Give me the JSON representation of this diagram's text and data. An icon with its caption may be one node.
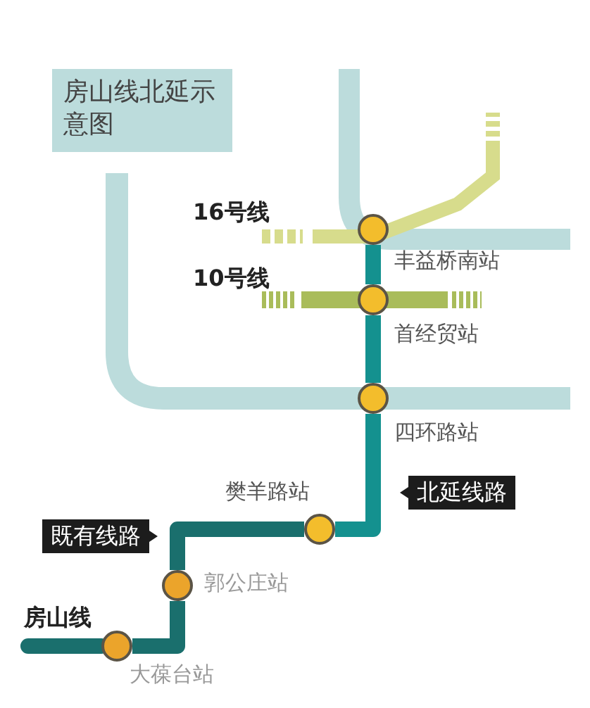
{
  "diagram": {
    "nodes": [
      {
        "text": [
          "房山线北延示意图"
        ]
      },
      {
        "text": [],
        "shape": "circle",
        "beside": [
          "丰益桥南站"
        ]
      },
      {
        "text": [],
        "shape": "circle",
        "beside": [
          "首经贸站"
        ]
      },
      {
        "text": [],
        "shape": "circle",
        "beside": [
          "四环路站"
        ]
      },
      {
        "text": [],
        "shape": "circle",
        "beside": [
          "樊羊路站"
        ]
      },
      {
        "text": [],
        "shape": "circle",
        "beside": [
          "郭公庄站"
        ]
      },
      {
        "text": [],
        "shape": "circle",
        "beside": [
          "大葆台站"
        ]
      },
      {
        "text": [
          "既有线路"
        ]
      },
      {
        "text": [
          "北延线路"
        ]
      }
    ],
    "edges": [
      {
        "from": 1,
        "to": 2,
        "arrow": "none"
      },
      {
        "from": 2,
        "to": 3,
        "arrow": "none"
      },
      {
        "from": 3,
        "to": 4,
        "arrow": "none"
      },
      {
        "from": 4,
        "to": 5,
        "arrow": "none"
      },
      {
        "from": 5,
        "to": 6,
        "arrow": "none"
      }
    ],
    "labels": [
      "16号线",
      "10号线",
      "房山线"
    ]
  }
}
